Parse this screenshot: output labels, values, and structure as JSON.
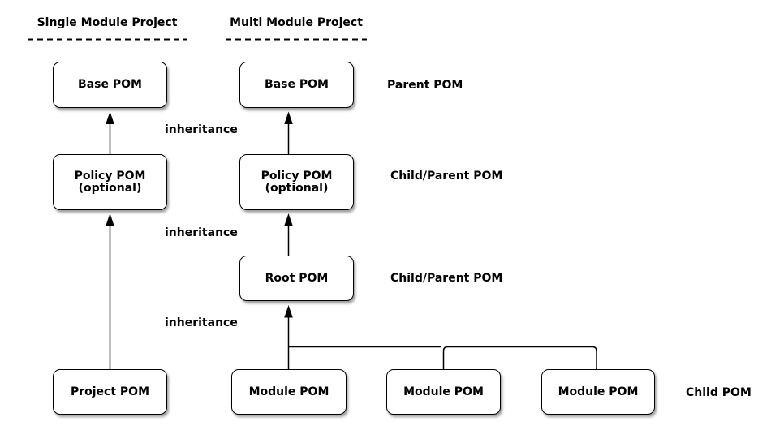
{
  "canvas": {
    "background": "#ffffff",
    "line_color": "#000000",
    "box_fill": "#ffffff",
    "box_border": "#000000",
    "text_color": "#000000"
  },
  "headings": {
    "single": "Single Module Project",
    "multi": "Multi Module Project"
  },
  "boxes": {
    "base_left": {
      "label": "Base POM"
    },
    "base_mid": {
      "label": "Base POM"
    },
    "policy_left": {
      "label": "Policy POM",
      "sublabel": "(optional)"
    },
    "policy_mid": {
      "label": "Policy POM",
      "sublabel": "(optional)"
    },
    "root": {
      "label": "Root POM"
    },
    "project": {
      "label": "Project POM"
    },
    "module_1": {
      "label": "Module POM"
    },
    "module_2": {
      "label": "Module POM"
    },
    "module_3": {
      "label": "Module POM"
    }
  },
  "edge_labels": {
    "inheritance_top": "inheritance",
    "inheritance_mid": "inheritance",
    "inheritance_bottom": "inheritance"
  },
  "side_labels": {
    "parent": "Parent POM",
    "child_parent_1": "Child/Parent POM",
    "child_parent_2": "Child/Parent POM",
    "child": "Child POM"
  }
}
